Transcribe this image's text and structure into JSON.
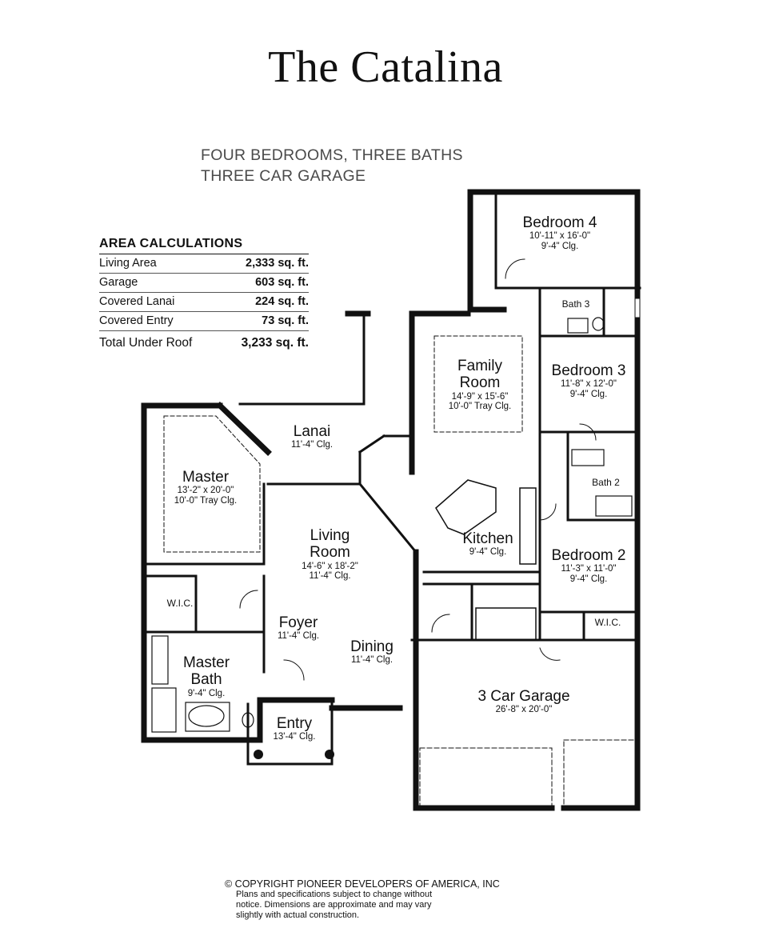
{
  "title": "The Catalina",
  "subtitle": {
    "line1": "FOUR BEDROOMS, THREE BATHS",
    "line2": "THREE CAR GARAGE"
  },
  "area_calculations": {
    "heading": "AREA CALCULATIONS",
    "rows": [
      {
        "label": "Living Area",
        "value": "2,333 sq. ft."
      },
      {
        "label": "Garage",
        "value": "603 sq. ft."
      },
      {
        "label": "Covered Lanai",
        "value": "224 sq. ft."
      },
      {
        "label": "Covered Entry",
        "value": "73 sq. ft."
      }
    ],
    "total": {
      "label": "Total Under Roof",
      "value": "3,233 sq. ft."
    }
  },
  "rooms": {
    "bedroom4": {
      "name": "Bedroom 4",
      "dims": "10'-11\" x 16'-0\"",
      "ceiling": "9'-4\" Clg."
    },
    "bath3": {
      "name": "Bath 3"
    },
    "family_room": {
      "name1": "Family",
      "name2": "Room",
      "dims": "14'-9\" x 15'-6\"",
      "ceiling": "10'-0\" Tray Clg."
    },
    "bedroom3": {
      "name": "Bedroom 3",
      "dims": "11'-8\" x 12'-0\"",
      "ceiling": "9'-4\" Clg."
    },
    "lanai": {
      "name": "Lanai",
      "ceiling": "11'-4\" Clg."
    },
    "master": {
      "name": "Master",
      "dims": "13'-2\" x 20'-0\"",
      "ceiling": "10'-0\"  Tray Clg."
    },
    "bath2": {
      "name": "Bath 2"
    },
    "living_room": {
      "name1": "Living",
      "name2": "Room",
      "dims": "14'-6\" x 18'-2\"",
      "ceiling": "11'-4\" Clg."
    },
    "kitchen": {
      "name": "Kitchen",
      "ceiling": "9'-4\" Clg."
    },
    "bedroom2": {
      "name": "Bedroom 2",
      "dims": "11'-3\" x 11'-0\"",
      "ceiling": "9'-4\" Clg."
    },
    "wic_master": {
      "name": "W.I.C."
    },
    "wic_bed2": {
      "name": "W.I.C."
    },
    "foyer": {
      "name": "Foyer",
      "ceiling": "11'-4\" Clg."
    },
    "dining": {
      "name": "Dining",
      "ceiling": "11'-4\" Clg."
    },
    "master_bath": {
      "name1": "Master",
      "name2": "Bath",
      "ceiling": "9'-4\" Clg."
    },
    "garage": {
      "name": "3 Car Garage",
      "dims": "26'-8\" x 20'-0\""
    },
    "entry": {
      "name": "Entry",
      "ceiling": "13'-4\" Clg."
    }
  },
  "copyright": {
    "line1": "© COPYRIGHT PIONEER DEVELOPERS OF AMERICA, INC",
    "line2": "Plans and specifications subject to change without",
    "line3": "notice.  Dimensions are approximate and may vary",
    "line4": "slightly with actual construction."
  }
}
